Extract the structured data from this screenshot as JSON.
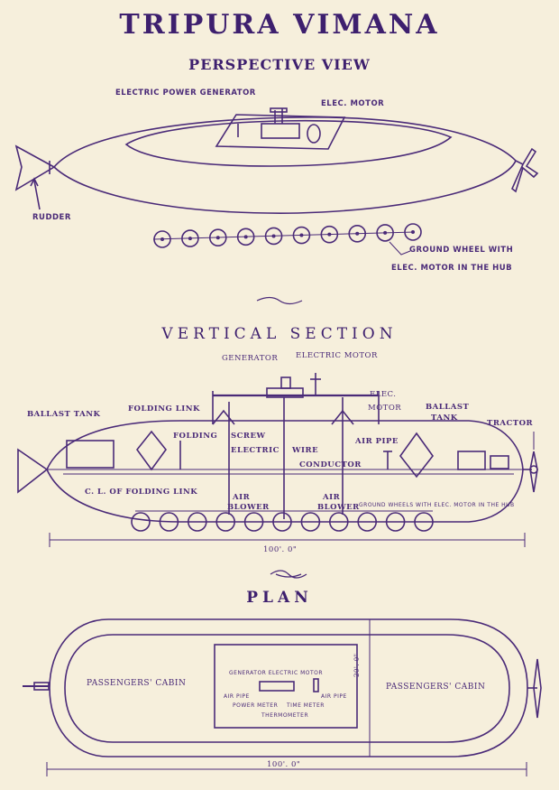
{
  "titles": {
    "main": "TRIPURA VIMANA",
    "perspective": "PERSPECTIVE VIEW",
    "vertical": "VERTICAL SECTION",
    "plan": "PLAN"
  },
  "perspective": {
    "generator": "ELECTRIC POWER GENERATOR",
    "motor": "ELEC. MOTOR",
    "rudder": "RUDDER",
    "wheel_line1": "GROUND WHEEL WITH",
    "wheel_line2": "ELEC. MOTOR IN THE HUB"
  },
  "vertical": {
    "generator": "GENERATOR",
    "electric_motor": "ELECTRIC MOTOR",
    "elec1": "ELEC.",
    "elec2": "MOTOR",
    "ballast_left": "BALLAST TANK",
    "folding_link": "FOLDING LINK",
    "ballast_right1": "BALLAST",
    "ballast_right2": "TANK",
    "tractor": "TRACTOR",
    "folding": "FOLDING",
    "screw": "SCREW",
    "electric": "ELECTRIC",
    "wire": "WIRE",
    "air_pipe": "AIR PIPE",
    "conductor": "CONDUCTOR",
    "cl_folding_link": "C. L. OF FOLDING LINK",
    "air_blower_1a": "AIR",
    "air_blower_1b": "BLOWER",
    "air_blower_2a": "AIR",
    "air_blower_2b": "BLOWER",
    "ground_wheels": "GROUND WHEELS WITH ELEC. MOTOR IN THE HUB",
    "length": "100'. 0\""
  },
  "plan": {
    "cabin_left": "PASSENGERS' CABIN",
    "cabin_right": "PASSENGERS' CABIN",
    "gen_motor": "GENERATOR  ELECTRIC MOTOR",
    "air_pipe_l": "AIR PIPE",
    "air_pipe_r": "AIR PIPE",
    "power_meter": "POWER METER",
    "time_meter": "TIME METER",
    "thermometer": "THERMOMETER",
    "width": "20'. 0\"",
    "length": "100'. 0\""
  }
}
